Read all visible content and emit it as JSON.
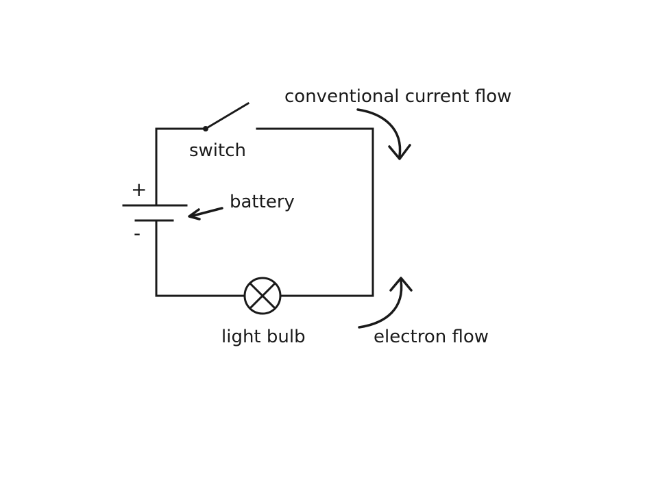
{
  "labels": {
    "conventional_current": "conventional current flow",
    "switch": "switch",
    "battery": "battery",
    "plus": "+",
    "minus": "-",
    "light_bulb": "light bulb",
    "electron_flow": "electron flow"
  },
  "colors": {
    "ink": "#1a1a1a",
    "background": "#ffffff"
  }
}
